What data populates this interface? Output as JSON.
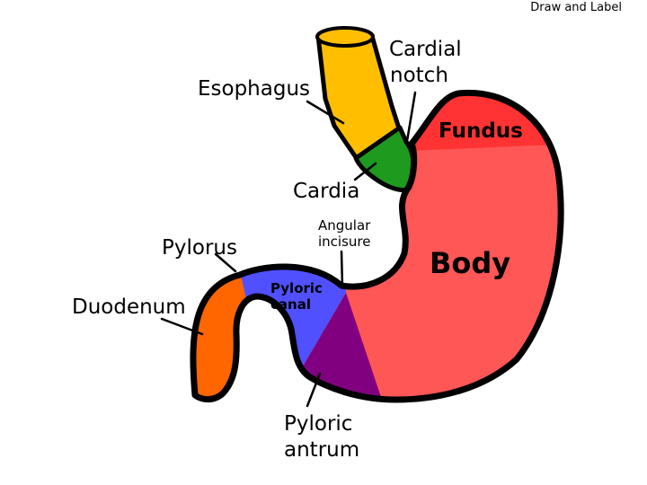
{
  "header": {
    "title": "Draw and Label"
  },
  "diagram": {
    "labels": {
      "esophagus": "Esophagus",
      "cardial_notch_line1": "Cardial",
      "cardial_notch_line2": "notch",
      "fundus": "Fundus",
      "cardia": "Cardia",
      "angular_incisure_line1": "Angular",
      "angular_incisure_line2": "incisure",
      "pylorus": "Pylorus",
      "body": "Body",
      "pyloric_canal_line1": "Pyloric",
      "pyloric_canal_line2": "canal",
      "duodenum": "Duodenum",
      "pyloric_antrum_line1": "Pyloric",
      "pyloric_antrum_line2": "antrum"
    },
    "colors": {
      "esophagus": "#FFBF00",
      "cardia": "#1E9A1E",
      "fundus": "#FF3333",
      "body": "#FF5656",
      "pyloric_canal": "#5050FF",
      "pyloric_antrum": "#800080",
      "duodenum": "#FF6600",
      "outline": "#000000"
    }
  }
}
